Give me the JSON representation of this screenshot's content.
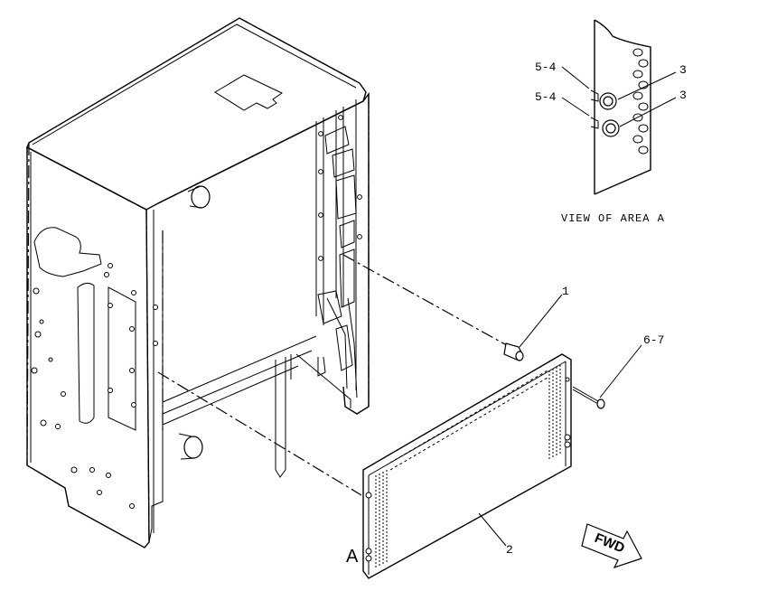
{
  "diagram": {
    "callouts": {
      "c1": "1",
      "c2": "2",
      "c3a": "3",
      "c3b": "3",
      "c54a": "5-4",
      "c54b": "5-4",
      "c67": "6-7"
    },
    "view_caption": "VIEW OF AREA A",
    "area_marker": "A",
    "direction_arrow": "FWD"
  }
}
